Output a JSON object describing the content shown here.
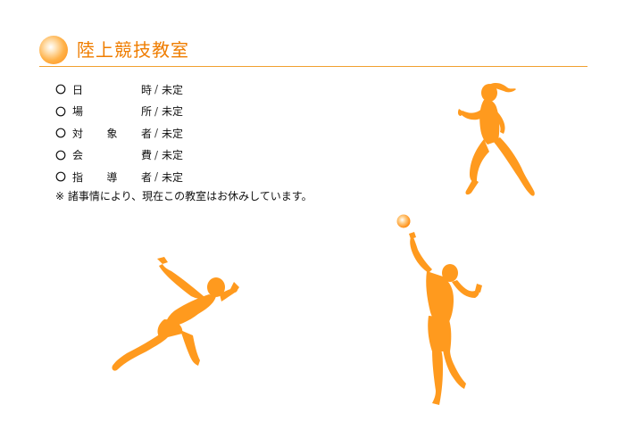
{
  "header": {
    "title": "陸上競技教室"
  },
  "info": {
    "rows": [
      {
        "mark": "○",
        "label_chars": [
          "日",
          "時"
        ],
        "sep": "/",
        "value": "未定"
      },
      {
        "mark": "○",
        "label_chars": [
          "場",
          "所"
        ],
        "sep": "/",
        "value": "未定"
      },
      {
        "mark": "○",
        "label_chars": [
          "対",
          "象",
          "者"
        ],
        "sep": "/",
        "value": "未定"
      },
      {
        "mark": "○",
        "label_chars": [
          "会",
          "費"
        ],
        "sep": "/",
        "value": "未定"
      },
      {
        "mark": "○",
        "label_chars": [
          "指",
          "導",
          "者"
        ],
        "sep": "/",
        "value": "未定"
      }
    ],
    "note": "※ 諸事情により、現在この教室はお休みしています。"
  },
  "colors": {
    "accent": "#ef7d00",
    "figure": "#ff9a1e",
    "rule": "#f0a030"
  },
  "figures": [
    "runner-silhouette",
    "sprinter-start-silhouette",
    "shot-put-silhouette",
    "shot-put-ball"
  ]
}
